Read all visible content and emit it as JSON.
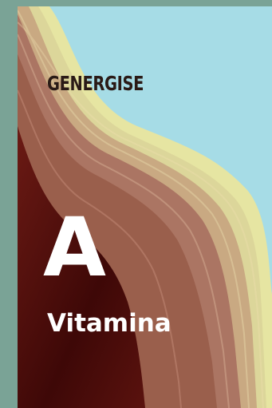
{
  "cover": {
    "brand": "GENERGISE",
    "letter": "A",
    "word": "Vitamina"
  },
  "colors": {
    "frame": "#7aa396",
    "sky": "#a6dce6",
    "cream": "#e8e6a4",
    "sand": "#c9a47f",
    "clay": "#a8715d",
    "brown": "#7d3a2a",
    "dark": "#4a0c0a",
    "text_dark": "#2a1a16",
    "text_light": "#ffffff"
  }
}
